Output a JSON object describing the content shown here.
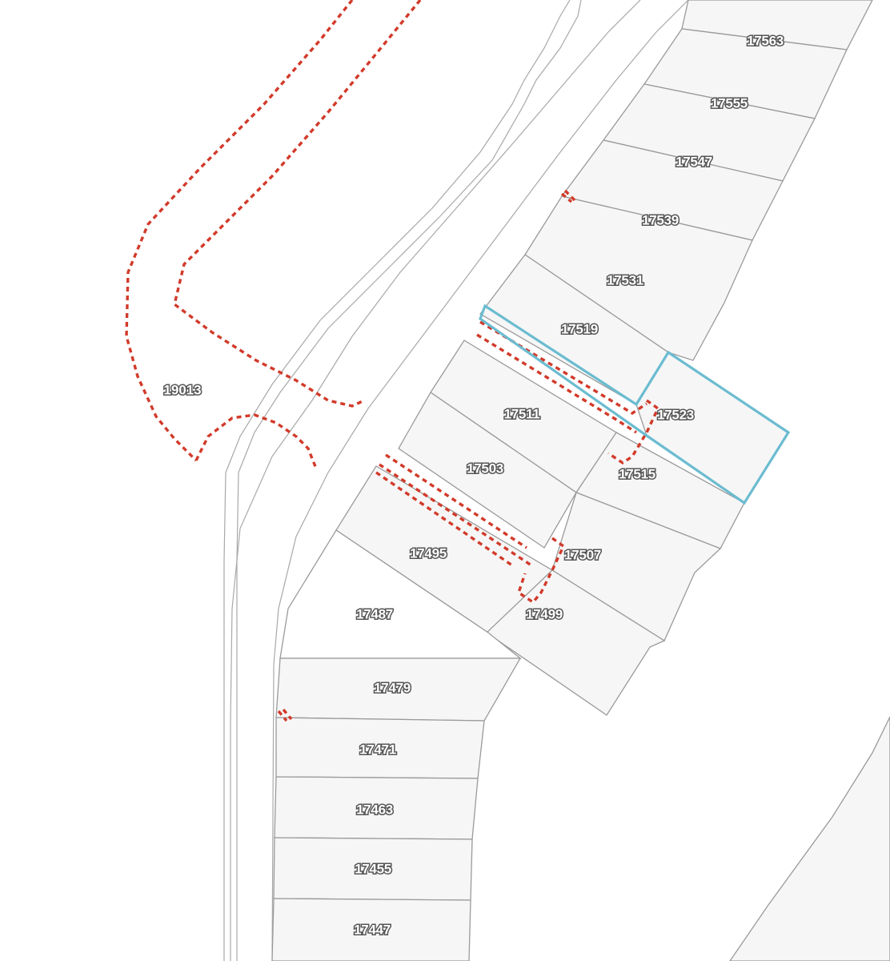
{
  "map": {
    "colors": {
      "lot_fill": "#f6f6f6",
      "lot_stroke": "#9a9a9a",
      "road_stroke": "#a8a8a8",
      "easement": "#d23a2a",
      "highlight": "#6bbcd0"
    },
    "parcels": {
      "p17563": "17563",
      "p17555": "17555",
      "p17547": "17547",
      "p17539": "17539",
      "p17531": "17531",
      "p17519": "17519",
      "p17523": "17523",
      "p17511": "17511",
      "p17515": "17515",
      "p17503": "17503",
      "p17507": "17507",
      "p17495": "17495",
      "p17499": "17499",
      "p17487": "17487",
      "p17479": "17479",
      "p17471": "17471",
      "p17463": "17463",
      "p17455": "17455",
      "p17447": "17447",
      "p19013": "19013"
    }
  }
}
